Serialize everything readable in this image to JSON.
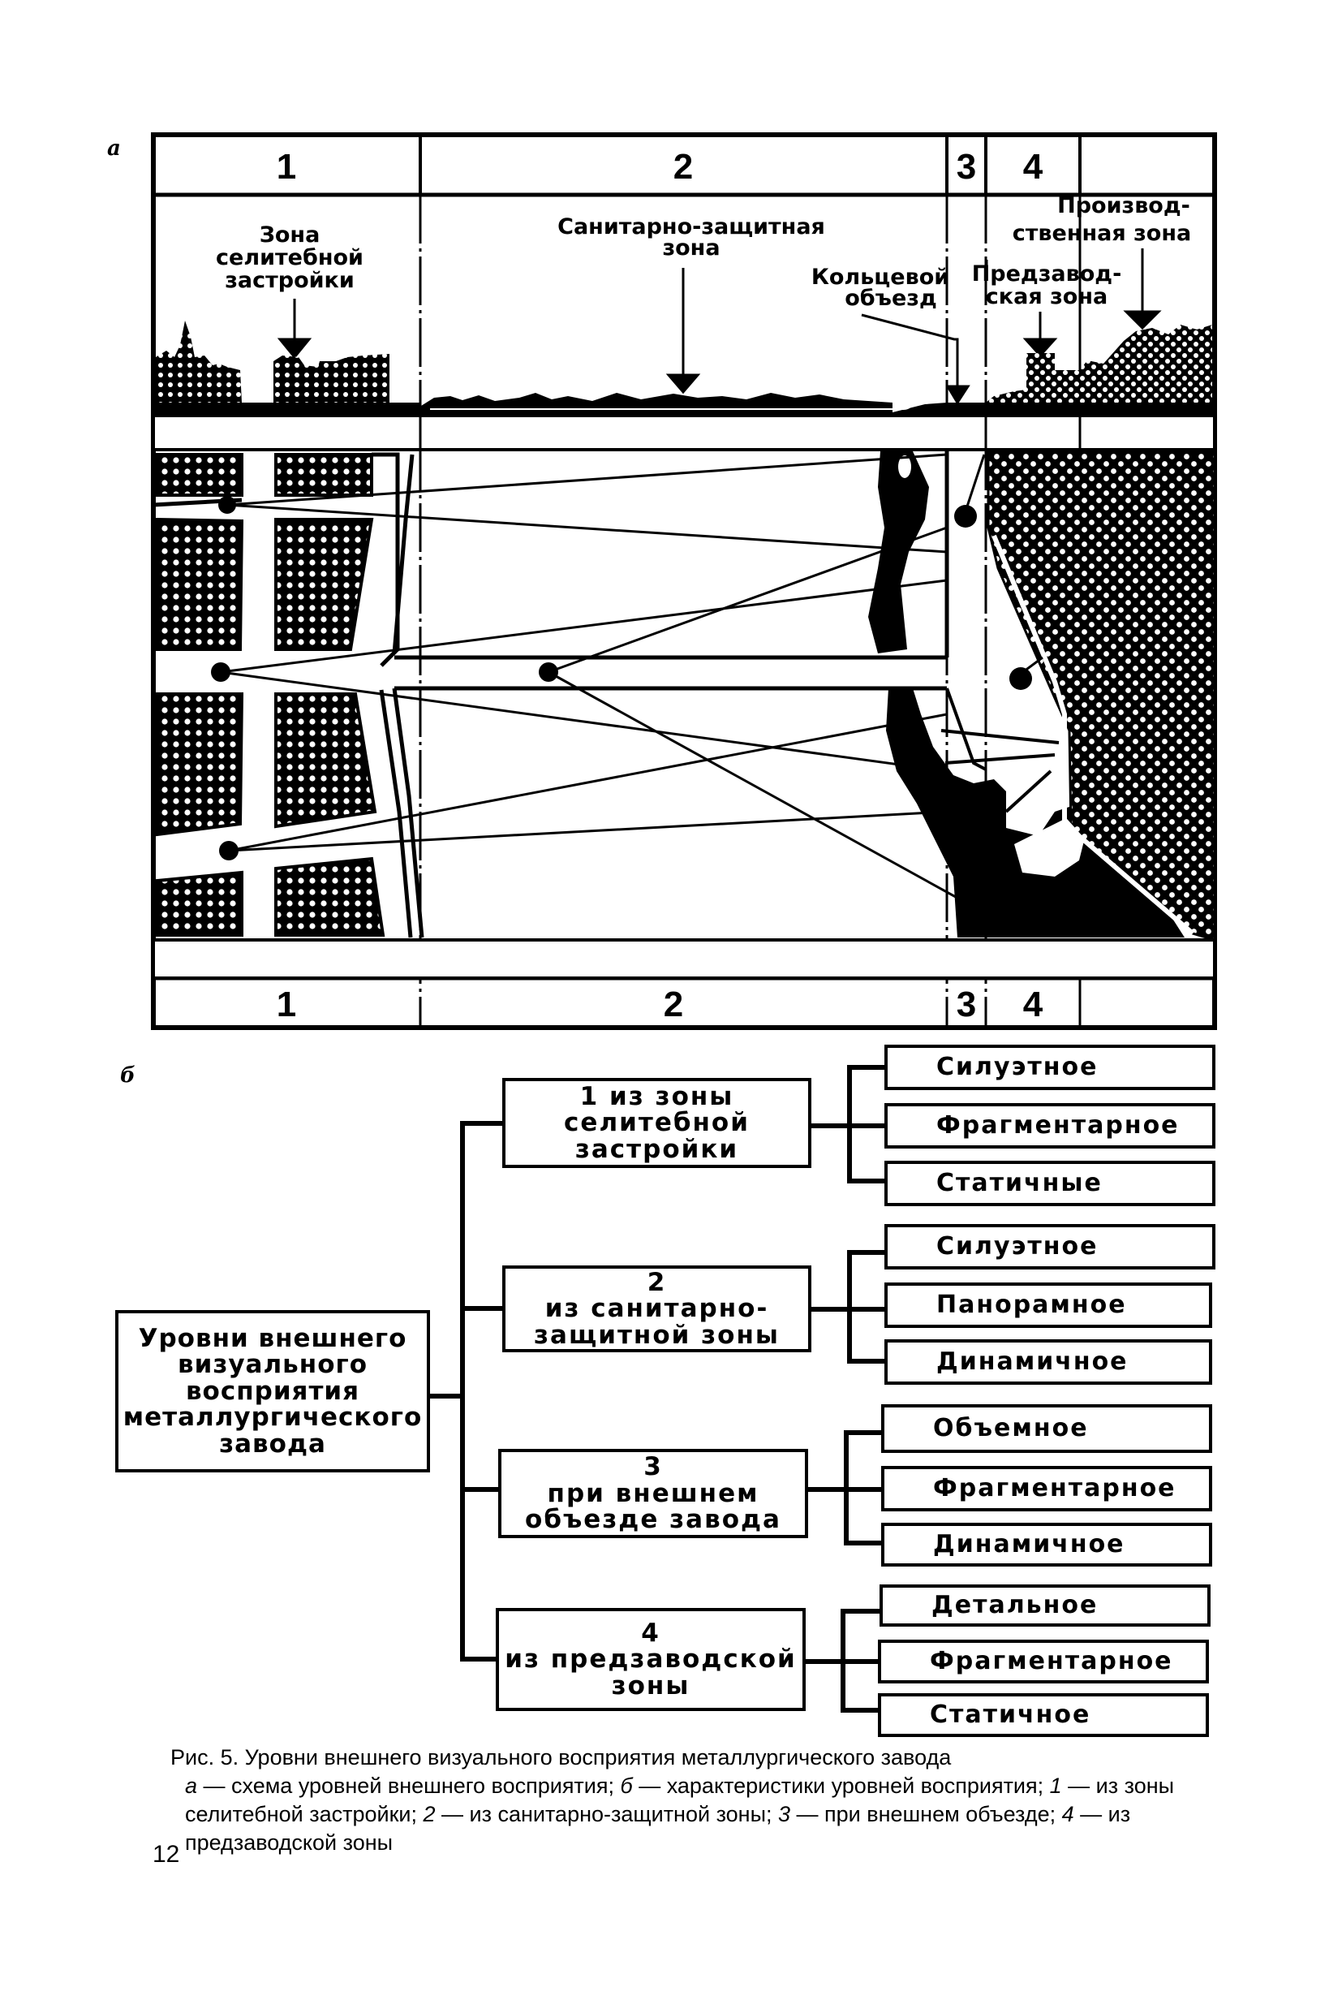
{
  "figure": {
    "panel_a_label": "а",
    "panel_b_label": "б"
  },
  "diagram_a": {
    "top_zone_numbers": [
      "1",
      "2",
      "3",
      "4",
      ""
    ],
    "bottom_zone_numbers": [
      "1",
      "2",
      "3",
      "4",
      ""
    ],
    "labels": {
      "residential_zone": [
        "Зона",
        "селитебной",
        "застройки"
      ],
      "sanitary_zone": [
        "Санитарно-защитная",
        "зона"
      ],
      "ring_road": [
        "Кольцевой",
        "объезд"
      ],
      "production_zone": [
        "Производ-",
        "ственная зона"
      ],
      "prefactory_zone": [
        "Предзавод-",
        "ская зона"
      ]
    }
  },
  "diagram_b": {
    "root": [
      "Уровни внешнего",
      "визуального",
      "восприятия",
      "металлургического",
      "завода"
    ],
    "levels": [
      {
        "number": "1",
        "lines": [
          "1  из зоны",
          "селитебной",
          "застройки"
        ],
        "characteristics": [
          "Силуэтное",
          "Фрагментарное",
          "Статичные"
        ]
      },
      {
        "number": "2",
        "lines": [
          "2",
          "из санитарно-",
          "защитной зоны"
        ],
        "characteristics": [
          "Силуэтное",
          "Панорамное",
          "Динамичное"
        ]
      },
      {
        "number": "3",
        "lines": [
          "3",
          "при внешнем",
          "объезде завода"
        ],
        "characteristics": [
          "Объемное",
          "Фрагментарное",
          "Динамичное"
        ]
      },
      {
        "number": "4",
        "lines": [
          "4",
          "из предзаводской",
          "зоны"
        ],
        "characteristics": [
          "Детальное",
          "Фрагментарное",
          "Статичное"
        ]
      }
    ]
  },
  "caption": {
    "title": "Рис. 5. Уровни внешнего визуального восприятия металлургического  завода",
    "legend_parts": [
      {
        "italic": "а",
        "text": " — схема уровней внешнего восприятия; "
      },
      {
        "italic": "б",
        "text": " — характеристики уровней восприятия; "
      },
      {
        "italic": "1",
        "text": " —  из зоны селитебной застройки; "
      },
      {
        "italic": "2",
        "text": " — из санитарно-защитной зоны; "
      },
      {
        "italic": "3",
        "text": " — при внешнем объезде; "
      },
      {
        "italic": "4",
        "text": " — из предзаводской зоны"
      }
    ]
  },
  "page_number": "12"
}
